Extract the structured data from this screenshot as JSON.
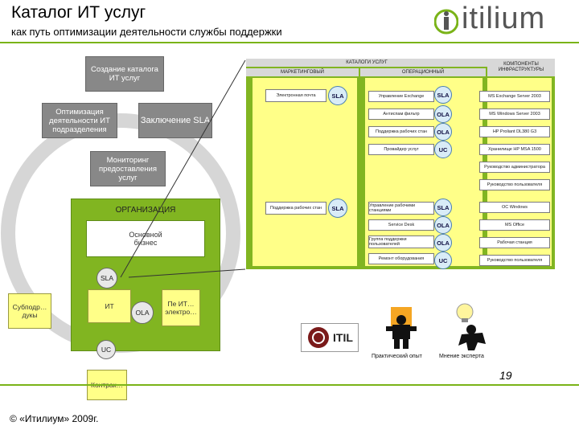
{
  "title": "Каталог ИТ услуг",
  "subtitle": "как путь оптимизации деятельности службы поддержки",
  "logo": {
    "text": "itilium",
    "color": "#7ab318"
  },
  "cycle": {
    "step1": "Создание каталога ИТ услуг",
    "step2": "Заключение SLA",
    "step3": "Мониторинг предоставления услуг",
    "step4": "Оптимизация деятельности ИТ подразделения"
  },
  "org": {
    "title": "ОРГАНИЗАЦИЯ",
    "core_business": "Основной бизнес",
    "sla": "SLA",
    "it_dept": "ИТ",
    "ola": "OLA",
    "uc": "UC",
    "subdivision": "Субподр… дукы",
    "other_it": "Пе ИТ… электро…",
    "contractor": "Контрак…"
  },
  "catalog": {
    "header": "КАТАЛОГИ УСЛУГ",
    "marketing": "МАРКЕТИНГОВЫЙ",
    "operational": "ОПЕРАЦИОННЫЙ",
    "infra": "КОМПОНЕНТЫ ИНФРАСТРУКТУРЫ",
    "mkt_items": [
      "Электронная почта",
      "Поддержка рабочих стан"
    ],
    "op_items_1": [
      "Управление Exchange",
      "Антиспам фильтр",
      "Поддержка рабочих стан",
      "Провайдер услуг"
    ],
    "op_items_2": [
      "Управление рабочими станциями",
      "Service Desk",
      "Группа поддержки пользователей",
      "Ремонт оборудования"
    ],
    "infra_items_1": [
      "MS Exchange Server 2003",
      "MS Windows Server 2003",
      "HP Proliant DL380 G3",
      "Хранилище HP MSA 1500",
      "Руководство администратора",
      "Руководство пользователя"
    ],
    "infra_items_2": [
      "ОС Windows",
      "MS Office",
      "Рабочая станция",
      "Руководство пользователя"
    ],
    "sla": "SLA",
    "ola": "OLA",
    "uc": "UC"
  },
  "references": {
    "itil": "ITIL",
    "practice": "Практический опыт",
    "expert": "Мнение эксперта"
  },
  "page_number": "19",
  "copyright": "© «Итилиум» 2009г."
}
